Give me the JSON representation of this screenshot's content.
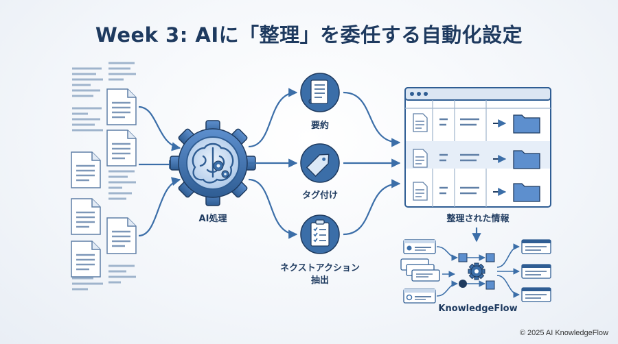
{
  "title": "Week 3: AIに「整理」を委任する自動化設定",
  "labels": {
    "ai": "AI処理",
    "summary": "要約",
    "tagging": "タグ付け",
    "next_action_line1": "ネクストアクション",
    "next_action_line2": "抽出",
    "organized": "整理された情報",
    "product": "KnowledgeFlow"
  },
  "footer": "© 2025 AI KnowledgeFlow",
  "colors": {
    "primary": "#3b6ea8",
    "dark": "#1e3a5f",
    "light": "#d9e6f5",
    "folder": "#5d8fce"
  }
}
